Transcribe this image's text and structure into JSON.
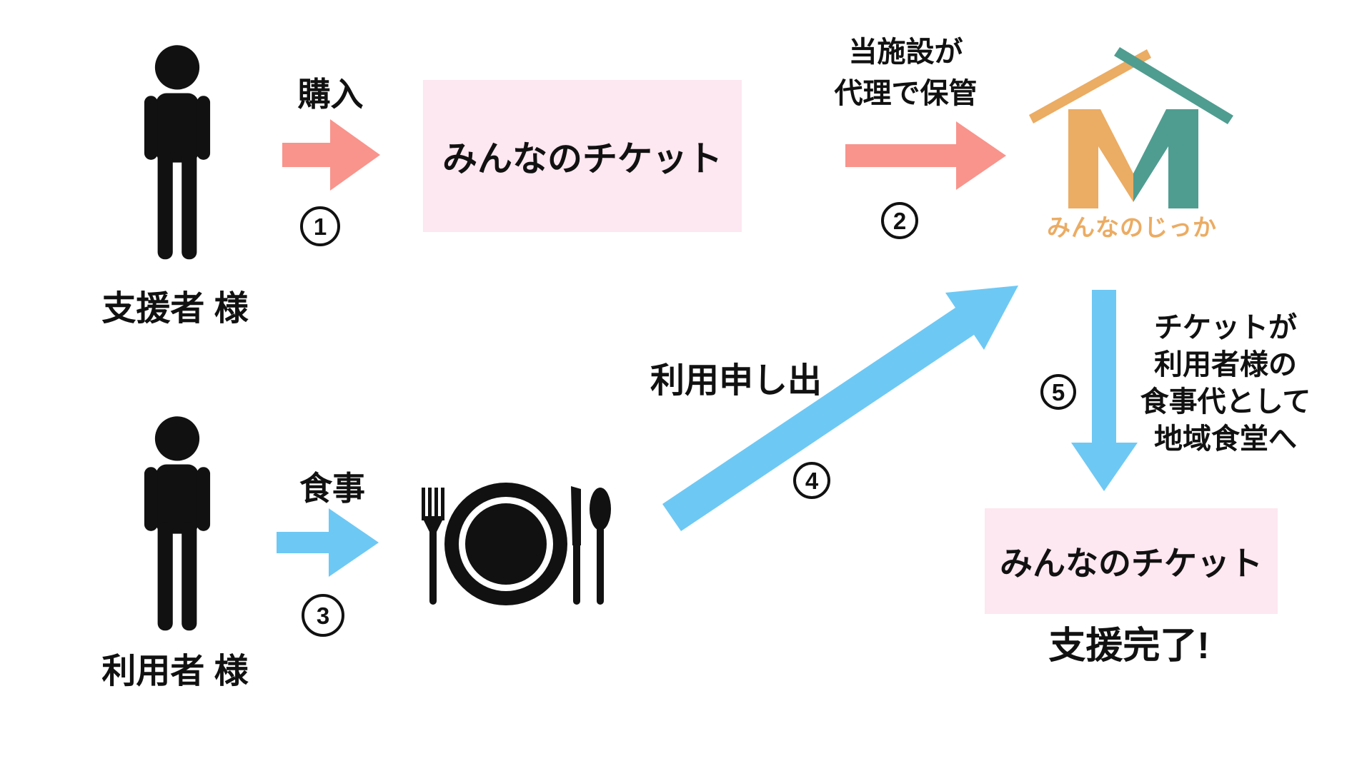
{
  "colors": {
    "salmon": "#F8948C",
    "blue": "#6EC8F4",
    "pink_box": "#FDE7F0",
    "logo_orange": "#EBAC63",
    "logo_teal": "#4F9D90",
    "text": "#111111"
  },
  "actors": {
    "supporter": "支援者 様",
    "user": "利用者 様"
  },
  "boxes": {
    "ticket_top": "みんなのチケット",
    "ticket_bottom": "みんなのチケット"
  },
  "logo": {
    "name": "みんなのじっか"
  },
  "steps": [
    {
      "num": "1",
      "label": "購入"
    },
    {
      "num": "2",
      "lines": [
        "当施設が",
        "代理で保管"
      ]
    },
    {
      "num": "3",
      "label": "食事"
    },
    {
      "num": "4",
      "label": "利用申し出"
    },
    {
      "num": "5",
      "lines": [
        "チケットが",
        "利用者様の",
        "食事代として",
        "地域食堂へ"
      ]
    }
  ],
  "status": {
    "complete": "支援完了!"
  },
  "icons": {
    "supporter_person": "person-pictogram",
    "user_person": "person-pictogram",
    "meal": "plate-with-cutlery",
    "logo_mark": "m-house-logo"
  }
}
